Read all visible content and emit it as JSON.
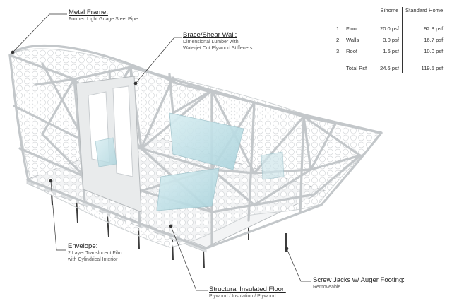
{
  "callouts": {
    "metal_frame": {
      "title": "Metal Frame:",
      "desc": "Formed Light Guage Steel Pipe"
    },
    "brace_wall": {
      "title": "Brace/Shear Wall:",
      "desc_line1": "Dimensional Lumber with",
      "desc_line2": "Waterjet Cut Plywood Stiffeners"
    },
    "envelope": {
      "title": "Envelope:",
      "desc_line1": "2 Layer Translucent Film",
      "desc_line2": "with Cylindrical Interior"
    },
    "floor": {
      "title": "Structural Insulated Floor:",
      "desc": "Plywood / Insulation / Plywood"
    },
    "jacks": {
      "title": "Screw Jacks w/ Auger Footing:",
      "desc": "Removeable"
    }
  },
  "weights_table": {
    "col_bihome": "Bihome",
    "col_standard": "Standard Home",
    "rows": [
      {
        "index": "1.",
        "label": "Floor",
        "bihome": "20.0 psf",
        "standard": "92.8 psf"
      },
      {
        "index": "2.",
        "label": "Walls",
        "bihome": "3.0 psf",
        "standard": "16.7 psf"
      },
      {
        "index": "3.",
        "label": "Roof",
        "bihome": "1.6 psf",
        "standard": "10.0 psf"
      }
    ],
    "total": {
      "label": "Total Psf",
      "bihome": "24.6 psf",
      "standard": "119.5 psf"
    }
  },
  "colors": {
    "frame": "#c9cdd0",
    "envelope": "#eef0f1",
    "glass": "#bfe1e8",
    "leader": "#333333"
  }
}
